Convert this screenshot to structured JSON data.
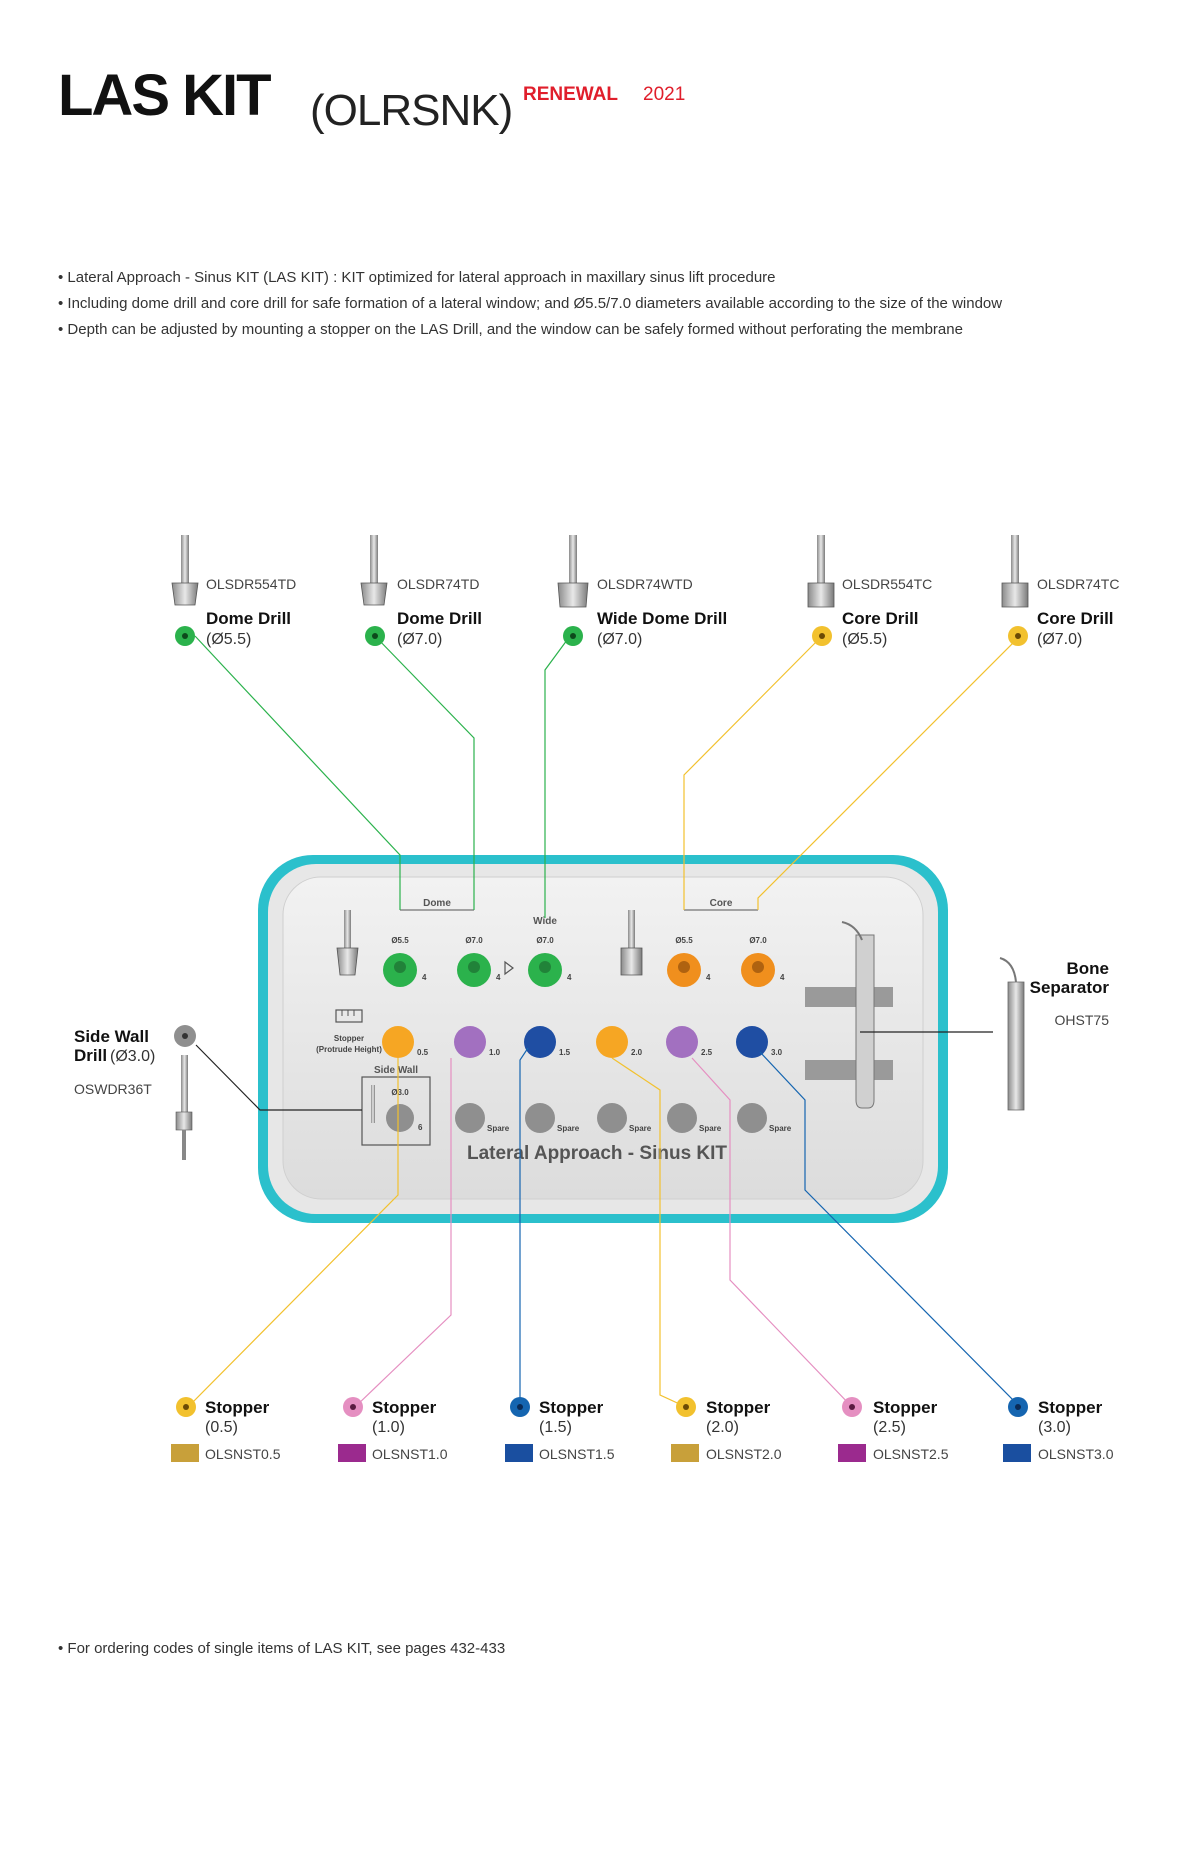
{
  "header": {
    "title": "LAS KIT",
    "subtitle": "(OLRSNK)",
    "renewal": "RENEWAL",
    "year": "2021"
  },
  "bullets": [
    "• Lateral Approach - Sinus KIT (LAS KIT) : KIT optimized for lateral approach in maxillary sinus lift procedure",
    "• Including dome drill and core drill for safe formation of a lateral window; and Ø5.5/7.0 diameters available according to the size of the window",
    "• Depth can be adjusted by mounting a stopper on the LAS Drill, and the window can be safely formed without perforating the membrane"
  ],
  "top_products": [
    {
      "code": "OLSDR554TD",
      "name": "Dome Drill",
      "dia": "(Ø5.5)",
      "color": "#2bb24c"
    },
    {
      "code": "OLSDR74TD",
      "name": "Dome Drill",
      "dia": "(Ø7.0)",
      "color": "#2bb24c"
    },
    {
      "code": "OLSDR74WTD",
      "name": "Wide Dome Drill",
      "dia": "(Ø7.0)",
      "color": "#2bb24c"
    },
    {
      "code": "OLSDR554TC",
      "name": "Core Drill",
      "dia": "(Ø5.5)",
      "color": "#f2c12e"
    },
    {
      "code": "OLSDR74TC",
      "name": "Core Drill",
      "dia": "(Ø7.0)",
      "color": "#f2c12e"
    }
  ],
  "side_wall": {
    "name": "Side Wall",
    "name2": "Drill",
    "dia": "(Ø3.0)",
    "code": "OSWDR36T"
  },
  "bone_separator": {
    "name": "Bone",
    "name2": "Separator",
    "code": "OHST75"
  },
  "stoppers": [
    {
      "name": "Stopper",
      "size": "(0.5)",
      "code": "OLSNST0.5",
      "color": "#f2c12e",
      "bar": "#c8a03a"
    },
    {
      "name": "Stopper",
      "size": "(1.0)",
      "code": "OLSNST1.0",
      "color": "#e58fc1",
      "bar": "#9b2a8e"
    },
    {
      "name": "Stopper",
      "size": "(1.5)",
      "code": "OLSNST1.5",
      "color": "#1565b0",
      "bar": "#1a4fa0"
    },
    {
      "name": "Stopper",
      "size": "(2.0)",
      "code": "OLSNST2.0",
      "color": "#f2c12e",
      "bar": "#c8a03a"
    },
    {
      "name": "Stopper",
      "size": "(2.5)",
      "code": "OLSNST2.5",
      "color": "#e58fc1",
      "bar": "#9b2a8e"
    },
    {
      "name": "Stopper",
      "size": "(3.0)",
      "code": "OLSNST3.0",
      "color": "#1565b0",
      "bar": "#1a4fa0"
    }
  ],
  "tray": {
    "title": "Lateral Approach - Sinus KIT",
    "dome_label": "Dome",
    "wide_label": "Wide",
    "core_label": "Core",
    "drill_dias": [
      "Ø5.5",
      "Ø7.0",
      "Ø7.0",
      "Ø5.5",
      "Ø7.0"
    ],
    "drill_count": "4",
    "stopper_label": "Stopper",
    "stopper_label2": "(Protrude Height)",
    "stopper_values": [
      "0.5",
      "1.0",
      "1.5",
      "2.0",
      "2.5",
      "3.0"
    ],
    "side_wall_label": "Side Wall",
    "side_wall_dia": "Ø3.0",
    "side_wall_count": "6",
    "spare_label": "Spare",
    "colors": {
      "rim": "#2bc0cc",
      "green": "#2bb24c",
      "orange": "#f08f1d",
      "yellow": "#f6a623",
      "purple": "#a270c0",
      "blue": "#1f4ea3",
      "gray": "#8f8f8f"
    }
  },
  "footnote": "• For ordering codes of single items of LAS KIT, see pages 432-433"
}
